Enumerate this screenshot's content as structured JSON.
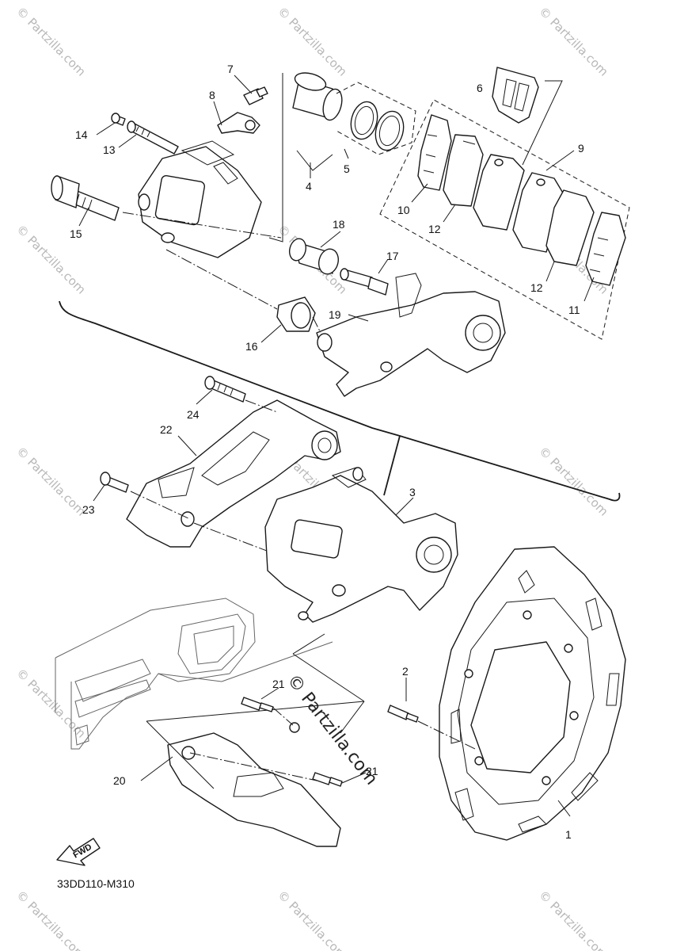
{
  "watermark": {
    "text": "© Partzilla.com",
    "center_text": "© Partzilla.com"
  },
  "diagram_code": "33DD110-M310",
  "fwd_label": "FWD",
  "callouts": [
    {
      "id": "1",
      "label": "1"
    },
    {
      "id": "2",
      "label": "2"
    },
    {
      "id": "3",
      "label": "3"
    },
    {
      "id": "4",
      "label": "4"
    },
    {
      "id": "5",
      "label": "5"
    },
    {
      "id": "6",
      "label": "6"
    },
    {
      "id": "7",
      "label": "7"
    },
    {
      "id": "8",
      "label": "8"
    },
    {
      "id": "9",
      "label": "9"
    },
    {
      "id": "10",
      "label": "10"
    },
    {
      "id": "11",
      "label": "11"
    },
    {
      "id": "12a",
      "label": "12"
    },
    {
      "id": "12b",
      "label": "12"
    },
    {
      "id": "13",
      "label": "13"
    },
    {
      "id": "14",
      "label": "14"
    },
    {
      "id": "15",
      "label": "15"
    },
    {
      "id": "16",
      "label": "16"
    },
    {
      "id": "17",
      "label": "17"
    },
    {
      "id": "18",
      "label": "18"
    },
    {
      "id": "19",
      "label": "19"
    },
    {
      "id": "20",
      "label": "20"
    },
    {
      "id": "21a",
      "label": "21"
    },
    {
      "id": "21b",
      "label": "21"
    },
    {
      "id": "22",
      "label": "22"
    },
    {
      "id": "23",
      "label": "23"
    },
    {
      "id": "24",
      "label": "24"
    }
  ]
}
